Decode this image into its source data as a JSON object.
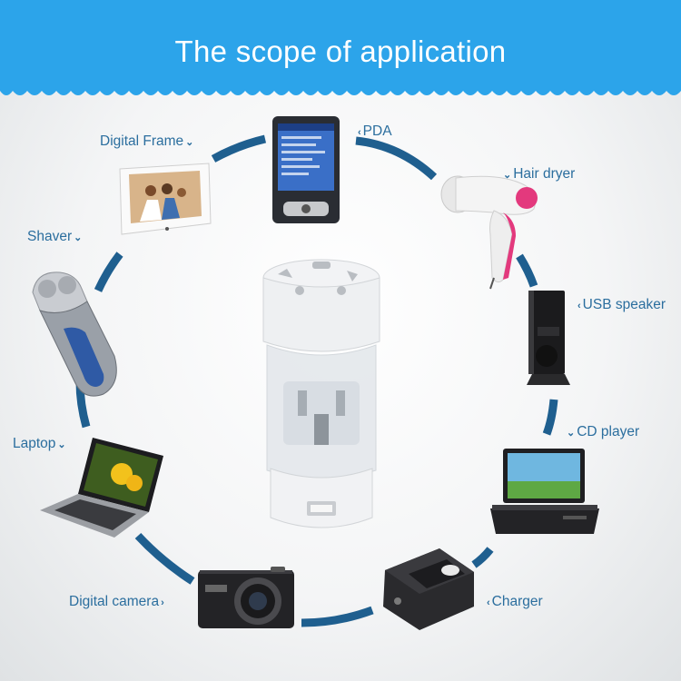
{
  "header": {
    "title": "The scope of application"
  },
  "colors": {
    "banner": "#2ca4ea",
    "ring": "#1f5f8f",
    "label": "#2b6e9e"
  },
  "labels": {
    "pda": "PDA",
    "hair_dryer": "Hair dryer",
    "usb_speaker": "USB speaker",
    "cd_player": "CD player",
    "charger": "Charger",
    "digital_camera": "Digital camera",
    "laptop": "Laptop",
    "shaver": "Shaver",
    "digital_frame": "Digital Frame"
  },
  "icons": {
    "chevron_left": "‹",
    "chevron_down": "⌄",
    "chevron_right": "›"
  }
}
